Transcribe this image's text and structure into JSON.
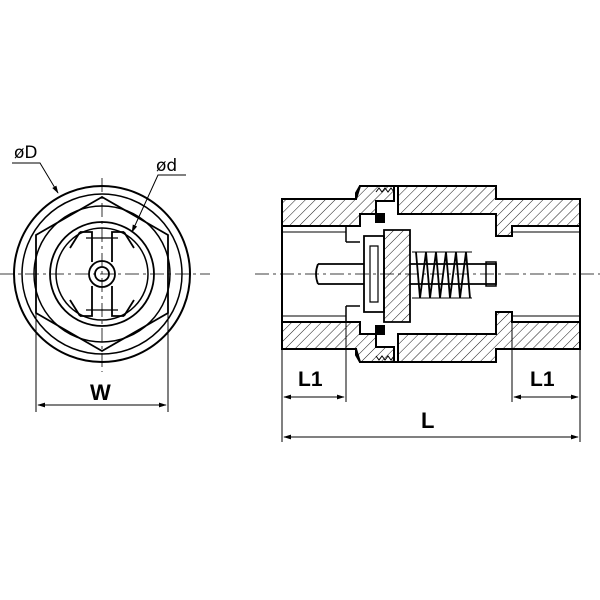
{
  "labels": {
    "outer_diameter": "øD",
    "inner_diameter": "ød",
    "width": "W",
    "thread_length_left": "L1",
    "thread_length_right": "L1",
    "total_length": "L"
  },
  "colors": {
    "line": "#000000",
    "background": "#ffffff"
  }
}
